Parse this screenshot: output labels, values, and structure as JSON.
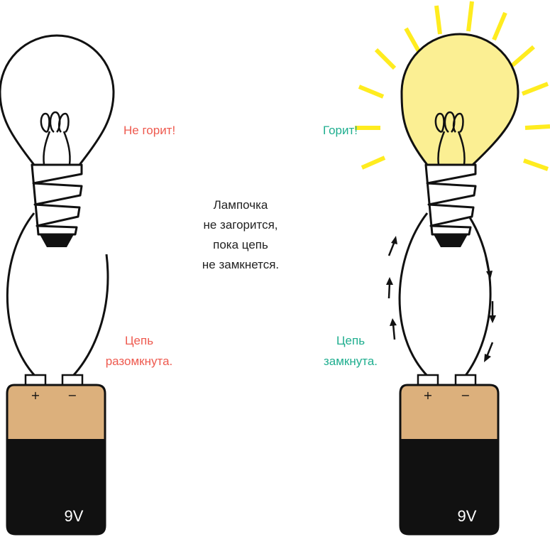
{
  "colors": {
    "off_text": "#ee5a4f",
    "on_text": "#1fae8f",
    "bulb_glow": "#fbef93",
    "rays": "#ffec1f",
    "battery_top": "#dcb07c",
    "battery_bottom": "#111111",
    "neutral_text": "#222222"
  },
  "left_circuit": {
    "bulb_status": "Не горит!",
    "circuit_label_line1": "Цепь",
    "circuit_label_line2": "разомкнута.",
    "plus": "+",
    "minus": "−",
    "voltage": "9V"
  },
  "right_circuit": {
    "bulb_status": "Горит!",
    "circuit_label_line1": "Цепь",
    "circuit_label_line2": "замкнута.",
    "plus": "+",
    "minus": "−",
    "voltage": "9V"
  },
  "center_note": {
    "line1": "Лампочка",
    "line2": "не загорится,",
    "line3": "пока цепь",
    "line4": "не замкнется."
  }
}
